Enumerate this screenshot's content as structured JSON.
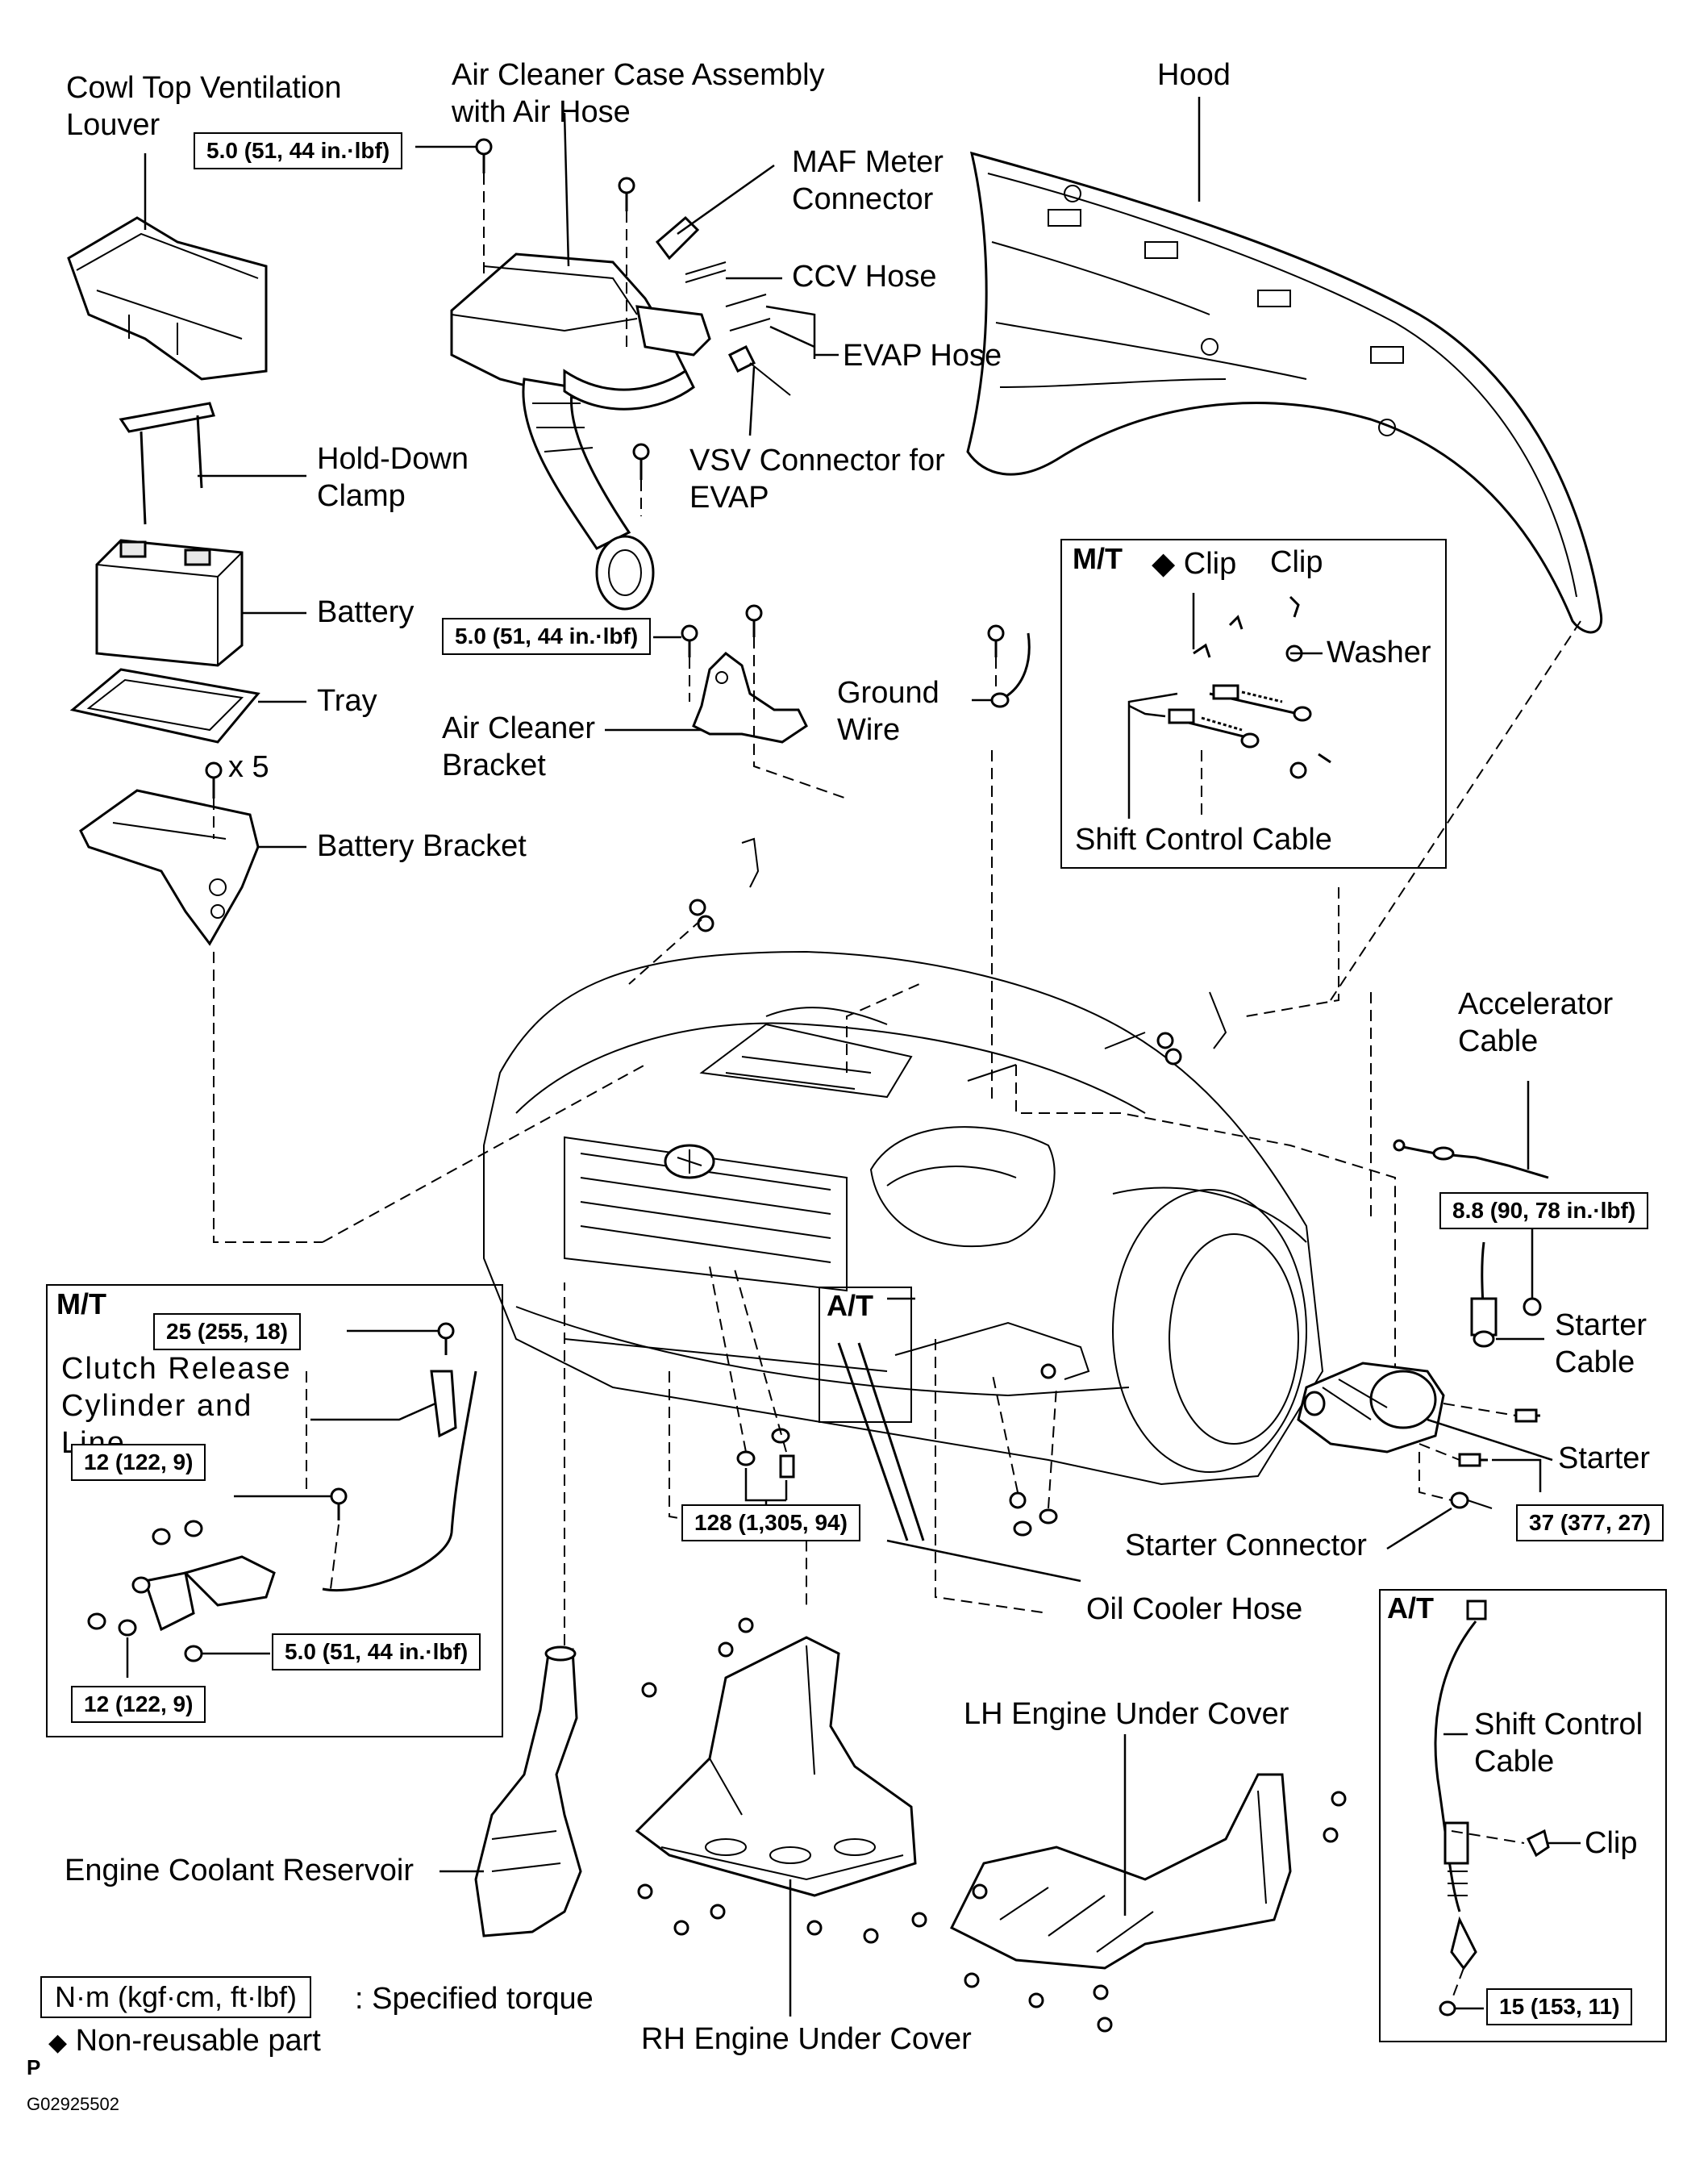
{
  "labels": {
    "cowl_top": "Cowl Top Ventilation Louver",
    "air_cleaner": "Air Cleaner Case Assembly with Air Hose",
    "hood": "Hood",
    "maf": "MAF  Meter Connector",
    "ccv": "CCV Hose",
    "evap_hose": "EVAP Hose",
    "vsv": "VSV  Connector for EVAP",
    "hold_down": "Hold-Down Clamp",
    "battery": "Battery",
    "tray": "Tray",
    "x5": "x 5",
    "battery_bracket": "Battery Bracket",
    "air_cleaner_bracket": "Air Cleaner Bracket",
    "ground_wire": "Ground Wire",
    "clip_nr": "Clip",
    "clip": "Clip",
    "washer": "Washer",
    "shift_control_cable_mt": "Shift Control Cable",
    "accelerator_cable": "Accelerator Cable",
    "clutch_release": "Clutch Release Cylinder and Line",
    "starter_cable": "Starter Cable",
    "starter": "Starter",
    "starter_connector": "Starter Connector",
    "oil_cooler_hose": "Oil Cooler Hose",
    "lh_under_cover": "LH Engine Under Cover",
    "rh_under_cover": "RH Engine Under Cover",
    "shift_control_cable_at": "Shift Control Cable",
    "clip_at": "Clip",
    "coolant_reservoir": "Engine Coolant Reservoir"
  },
  "boxes": {
    "mt_shift": "M/T",
    "mt_clutch": "M/T",
    "at_oil": "A/T",
    "at_shift": "A/T"
  },
  "torques": {
    "t_air_cleaner_top": "5.0 (51, 44 in.·lbf)",
    "t_air_cleaner_bracket": "5.0 (51, 44 in.·lbf)",
    "t_accelerator": "8.8 (90, 78 in.·lbf)",
    "t_clutch_25": "25 (255, 18)",
    "t_clutch_12a": "12 (122, 9)",
    "t_clutch_5": "5.0 (51, 44 in.·lbf)",
    "t_clutch_12b": "12 (122, 9)",
    "t_underbody": "128 (1,305, 94)",
    "t_starter": "37 (377, 27)",
    "t_at_shift": "15 (153, 11)"
  },
  "legend": {
    "torque_unit": "N·m (kgf·cm, ft·lbf)",
    "torque_text": ": Specified torque",
    "nonreusable_symbol": "◆",
    "nonreusable_text": "Non-reusable  part"
  },
  "footer": {
    "p": "P",
    "code": "G02925502"
  }
}
